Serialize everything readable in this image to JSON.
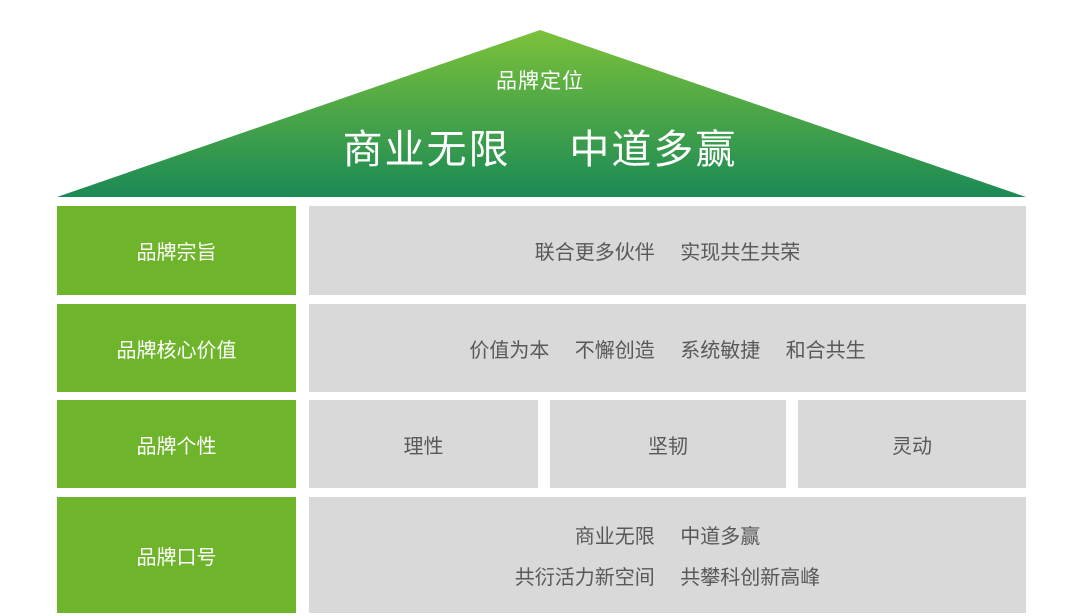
{
  "roof": {
    "subtitle": "品牌定位",
    "title": "商业无限    中道多赢"
  },
  "rows": [
    {
      "label": "品牌宗旨",
      "cells": [
        "联合更多伙伴    实现共生共荣"
      ]
    },
    {
      "label": "品牌核心价值",
      "cells": [
        "价值为本    不懈创造    系统敏捷    和合共生"
      ]
    },
    {
      "label": "品牌个性",
      "cells": [
        "理性",
        "坚韧",
        "灵动"
      ]
    },
    {
      "label": "品牌口号",
      "lines": [
        "商业无限    中道多赢",
        "共衍活力新空间    共攀科创新高峰"
      ]
    }
  ],
  "colors": {
    "roof_top": "#7cc13a",
    "roof_bottom": "#1a8a55",
    "label_bg": "#6fb52c",
    "cell_bg": "#d9d9d9"
  }
}
